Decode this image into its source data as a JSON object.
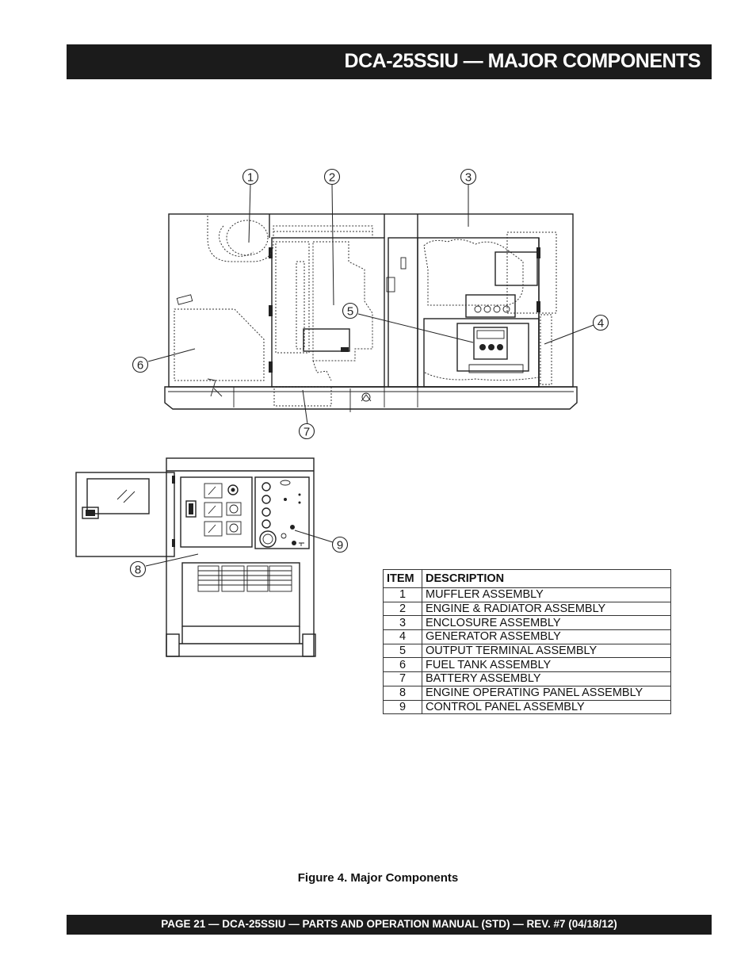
{
  "header": {
    "title": "DCA-25SSIU   — MAJOR COMPONENTS"
  },
  "figure": {
    "caption": "Figure 4. Major Components",
    "callouts": [
      "1",
      "2",
      "3",
      "4",
      "5",
      "6",
      "7",
      "8",
      "9"
    ]
  },
  "table": {
    "col_item": "ITEM",
    "col_desc": "DESCRIPTION",
    "rows": [
      {
        "item": "1",
        "desc": "MUFFLER ASSEMBLY"
      },
      {
        "item": "2",
        "desc": "ENGINE & RADIATOR ASSEMBLY"
      },
      {
        "item": "3",
        "desc": "ENCLOSURE ASSEMBLY"
      },
      {
        "item": "4",
        "desc": "GENERATOR ASSEMBLY"
      },
      {
        "item": "5",
        "desc": "OUTPUT TERMINAL ASSEMBLY"
      },
      {
        "item": "6",
        "desc": "FUEL TANK  ASSEMBLY"
      },
      {
        "item": "7",
        "desc": "BATTERY  ASSEMBLY"
      },
      {
        "item": "8",
        "desc": "ENGINE OPERATING PANEL  ASSEMBLY"
      },
      {
        "item": "9",
        "desc": "CONTROL PANEL  ASSEMBLY"
      }
    ]
  },
  "footer": {
    "text": "PAGE 21 — DCA-25SSIU — PARTS AND OPERATION  MANUAL (STD) — REV. #7  (04/18/12)"
  }
}
